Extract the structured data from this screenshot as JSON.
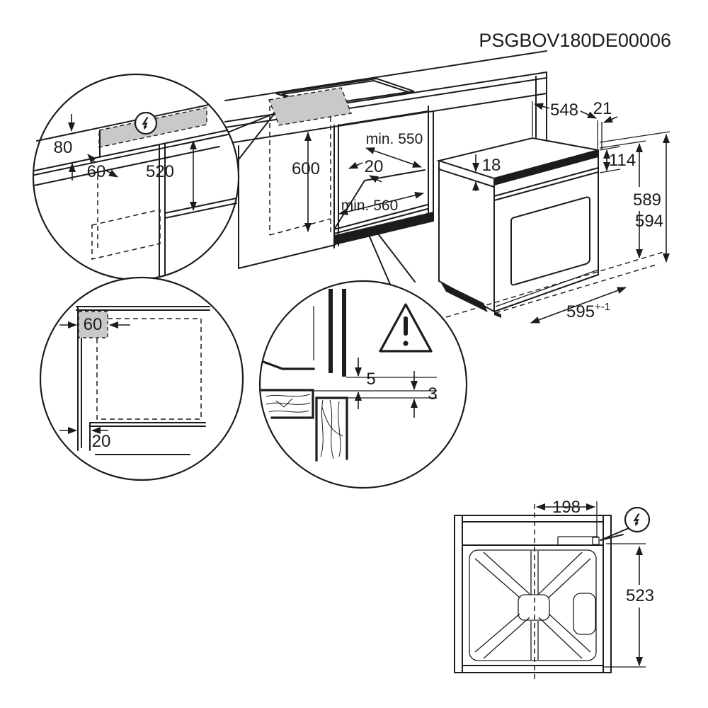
{
  "title": "PSGBOV180DE00006",
  "colors": {
    "line": "#1c1c1c",
    "shade": "#c9c9c9",
    "background": "#ffffff"
  },
  "detail_electrical": {
    "dim_height": "80",
    "dim_depth": "60",
    "dim_clearance": "520"
  },
  "niche": {
    "dim_height": "600",
    "dim_depth": "min. 550",
    "dim_gap": "20",
    "dim_width": "min. 560"
  },
  "oven": {
    "dim_top_depth": "548",
    "dim_back_gap": "21",
    "dim_top_inset": "18",
    "dim_panel_height": "114",
    "dim_body_height": "589",
    "dim_total_height": "594",
    "dim_width": "595",
    "dim_width_tolerance": "+-1"
  },
  "detail_side": {
    "dim_recess_depth": "60",
    "dim_plinth_recess": "20"
  },
  "detail_front_gap": {
    "dim_top_gap": "5",
    "dim_bottom_gap": "3"
  },
  "rear_view": {
    "dim_connection_offset": "198",
    "dim_height": "523"
  },
  "icons": {
    "electrical": "lightning-bolt",
    "warning": "exclamation-triangle"
  }
}
